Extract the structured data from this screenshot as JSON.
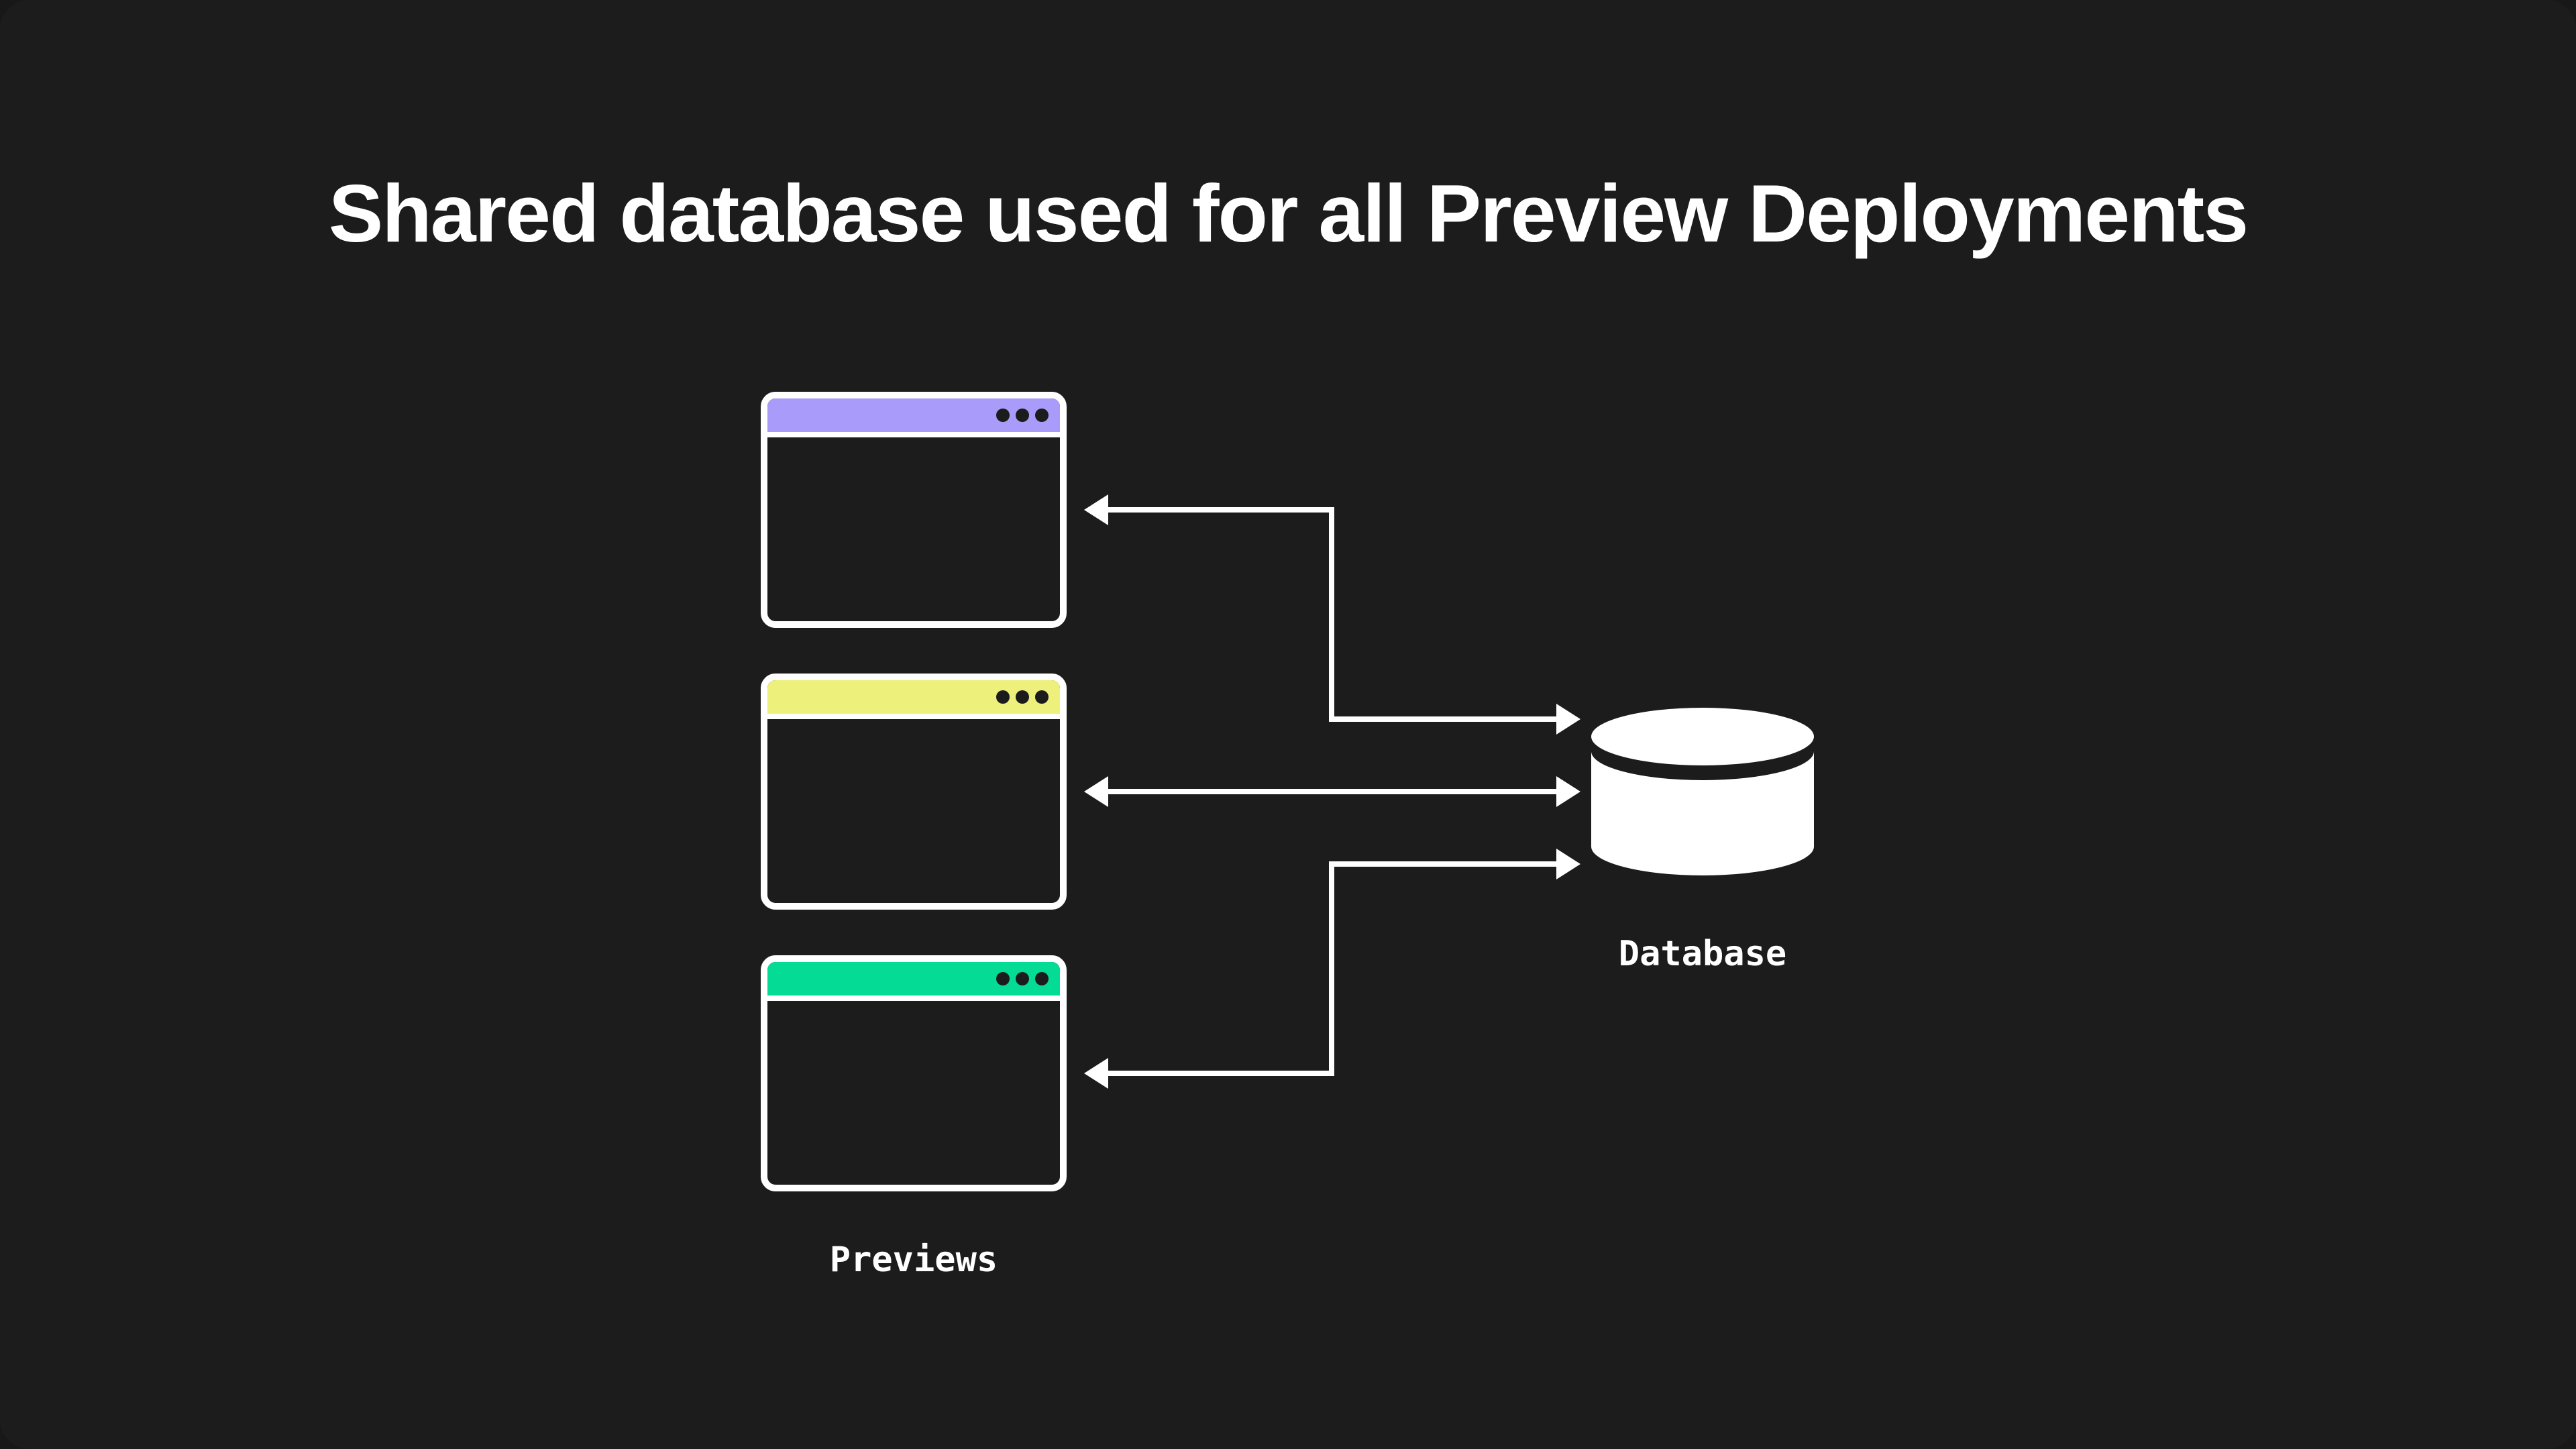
{
  "title": "Shared database used for all Preview Deployments",
  "diagram": {
    "previews_label": "Previews",
    "database_label": "Database",
    "windows": [
      {
        "id": "preview-1",
        "bar_color": "#a89bfa"
      },
      {
        "id": "preview-2",
        "bar_color": "#edf07a"
      },
      {
        "id": "preview-3",
        "bar_color": "#04dc96"
      }
    ],
    "icons": {
      "database": "database-cylinder-icon",
      "window_controls": "window-control-dots",
      "arrows": "bidirectional-arrow-connectors"
    },
    "colors": {
      "background": "#1c1c1c",
      "foreground": "#ffffff",
      "window_border": "#ffffff",
      "purple_bar": "#a89bfa",
      "yellow_bar": "#edf07a",
      "green_bar": "#04dc96"
    }
  }
}
